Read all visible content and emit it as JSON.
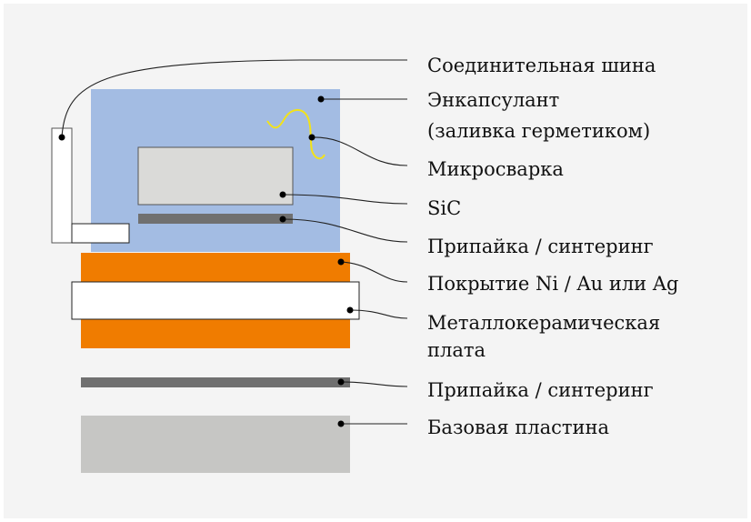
{
  "labels": {
    "busbar": "Соединительная шина",
    "encapsulant_1": "Энкапсулант",
    "encapsulant_2": "(заливка герметиком)",
    "wire_bond": "Микросварка",
    "sic": "SiC",
    "solder_top": "Припайка / синтеринг",
    "coating": "Покрытие Ni / Au или Ag",
    "substrate_1": "Металлокерамическая",
    "substrate_2": "плата",
    "solder_bottom": "Припайка / синтеринг",
    "baseplate": "Базовая пластина"
  },
  "colors": {
    "background": "#f4f4f4",
    "encapsulant": "#a3bce3",
    "wire": "#f2e21a",
    "chip": "#dadad8",
    "solder": "#707070",
    "coating": "#f07c00",
    "substrate": "#ffffff",
    "baseplate": "#c6c6c4"
  }
}
